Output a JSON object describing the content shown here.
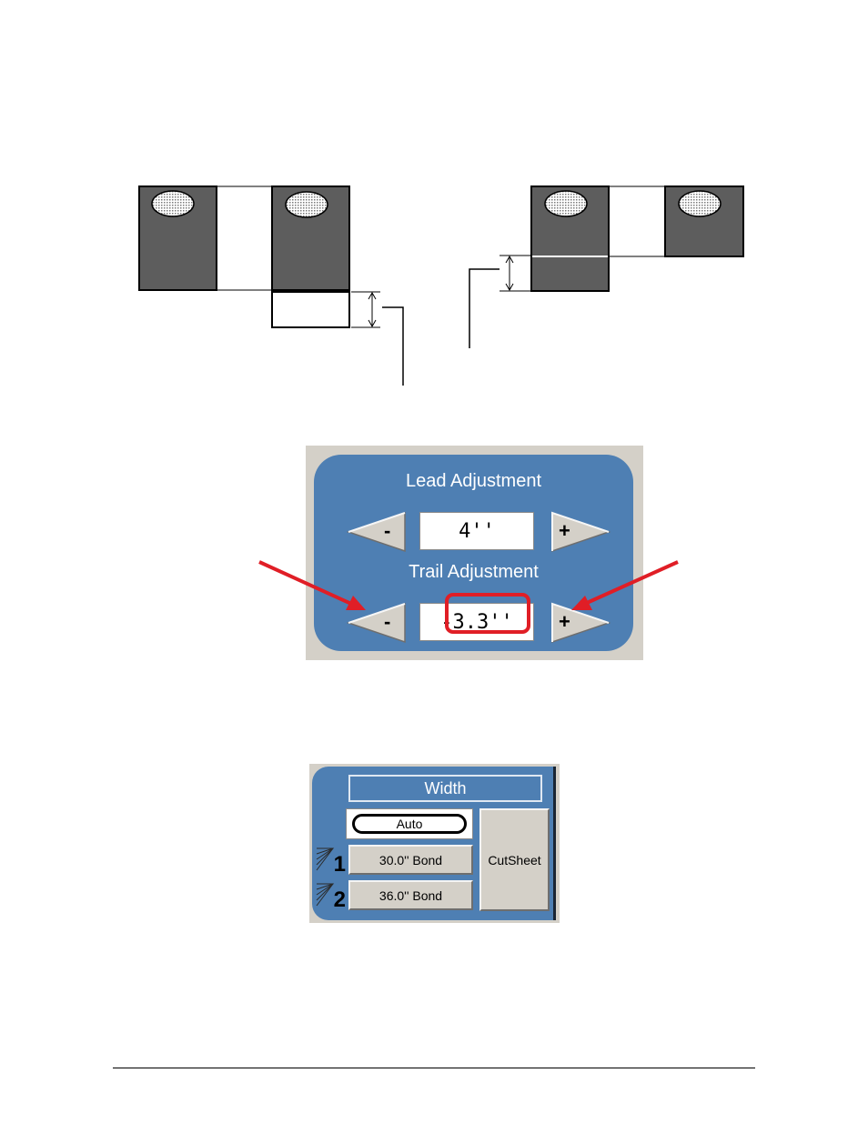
{
  "lead_trail_panel": {
    "lead": {
      "title": "Lead Adjustment",
      "value": "4''",
      "decrease_label": "-",
      "increase_label": "+"
    },
    "trail": {
      "title": "Trail Adjustment",
      "value": "-3.3''",
      "decrease_label": "-",
      "increase_label": "+"
    },
    "colors": {
      "panel_blue": "#4e7fb3",
      "frame_gray": "#d4d0c8",
      "highlight_red": "#e01e26"
    }
  },
  "width_panel": {
    "header": "Width",
    "auto_option": "Auto",
    "rolls": [
      {
        "number": "1",
        "label": "30.0'' Bond"
      },
      {
        "number": "2",
        "label": "36.0'' Bond"
      }
    ],
    "cutsheet_label": "CutSheet"
  },
  "diagram": {
    "sheet_color": "#5d5d5d",
    "icons": [
      "sheet-icon",
      "dimension-arrow-icon",
      "callout-leader-icon"
    ]
  }
}
